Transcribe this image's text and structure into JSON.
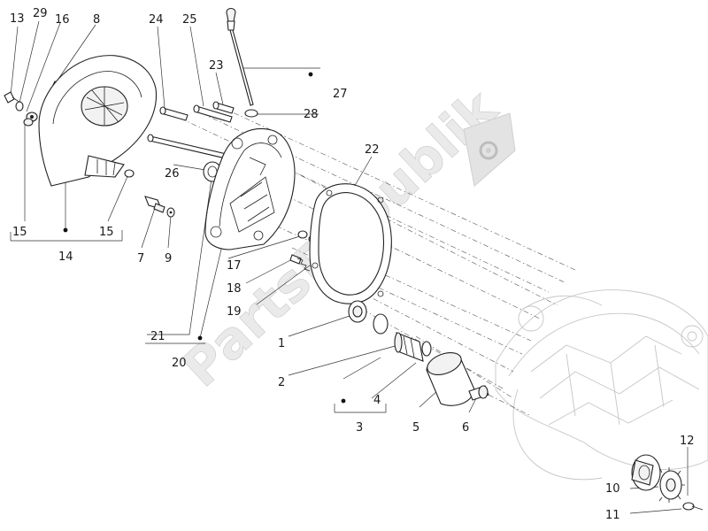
{
  "diagram": {
    "watermark": "PartsRepublik",
    "callouts": [
      {
        "id": "c13",
        "label": "13"
      },
      {
        "id": "c29",
        "label": "29"
      },
      {
        "id": "c16",
        "label": "16"
      },
      {
        "id": "c8",
        "label": "8"
      },
      {
        "id": "c24",
        "label": "24"
      },
      {
        "id": "c25",
        "label": "25"
      },
      {
        "id": "c23",
        "label": "23"
      },
      {
        "id": "c27",
        "label": "27"
      },
      {
        "id": "c28",
        "label": "28"
      },
      {
        "id": "c26",
        "label": "26"
      },
      {
        "id": "c22",
        "label": "22"
      },
      {
        "id": "c15a",
        "label": "15"
      },
      {
        "id": "c15b",
        "label": "15"
      },
      {
        "id": "c14",
        "label": "14"
      },
      {
        "id": "c7",
        "label": "7"
      },
      {
        "id": "c9",
        "label": "9"
      },
      {
        "id": "c17",
        "label": "17"
      },
      {
        "id": "c18",
        "label": "18"
      },
      {
        "id": "c19",
        "label": "19"
      },
      {
        "id": "c21",
        "label": "21"
      },
      {
        "id": "c20",
        "label": "20"
      },
      {
        "id": "c1",
        "label": "1"
      },
      {
        "id": "c2",
        "label": "2"
      },
      {
        "id": "c4",
        "label": "4"
      },
      {
        "id": "c3",
        "label": "3"
      },
      {
        "id": "c5",
        "label": "5"
      },
      {
        "id": "c6",
        "label": "6"
      },
      {
        "id": "c12",
        "label": "12"
      },
      {
        "id": "c10",
        "label": "10"
      },
      {
        "id": "c11",
        "label": "11"
      }
    ]
  }
}
